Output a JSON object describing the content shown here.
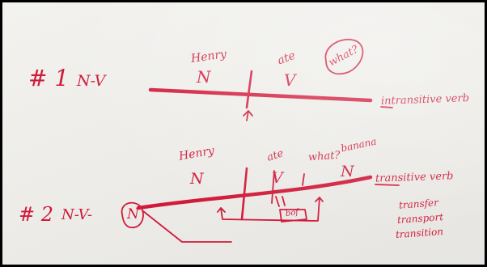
{
  "whiteboard": {
    "row1": {
      "number": "# 1",
      "pattern": "N-V",
      "subject_word": "Henry",
      "subject_tag": "N",
      "verb_word": "ate",
      "verb_tag": "V",
      "question_circle": "what?",
      "label": "intransitive verb"
    },
    "row2": {
      "number": "# 2",
      "pattern": "N-V-",
      "object_circled": "N",
      "subject_word": "Henry",
      "subject_tag": "N",
      "verb_word": "ate",
      "verb_tag": "V",
      "question": "what?",
      "object_word": "banana",
      "object_tag": "N",
      "arrow_note": "bof",
      "label": "transitive verb",
      "trans_words": [
        "transfer",
        "transport",
        "transition"
      ]
    }
  },
  "colors": {
    "marker": "#d11a3a",
    "board": "#efeeea",
    "frame": "#000000"
  }
}
